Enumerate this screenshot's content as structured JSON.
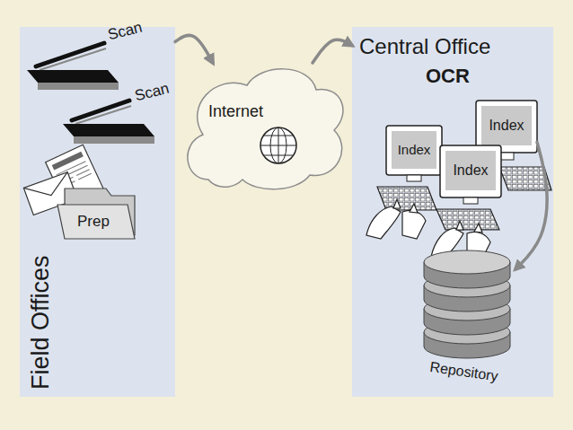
{
  "diagram": {
    "nodes": [
      {
        "text": [
          "Field Offices"
        ]
      },
      {
        "text": [
          "Scan"
        ],
        "in": 0
      },
      {
        "text": [
          "Scan"
        ],
        "in": 0
      },
      {
        "text": [
          "Prep"
        ],
        "in": 0
      },
      {
        "text": [
          "Internet"
        ]
      },
      {
        "text": [
          "Central Office",
          "OCR"
        ]
      },
      {
        "text": [
          "Index"
        ],
        "in": 5
      },
      {
        "text": [
          "Index"
        ],
        "in": 5
      },
      {
        "text": [
          "Index"
        ],
        "in": 5
      },
      {
        "text": [
          "Repository"
        ],
        "in": 5
      }
    ],
    "edges": [
      {
        "from": 0,
        "to": 4,
        "arrow": "to"
      },
      {
        "from": 4,
        "to": 5,
        "arrow": "to"
      },
      {
        "from": 7,
        "to": 9,
        "arrow": "to"
      }
    ]
  }
}
